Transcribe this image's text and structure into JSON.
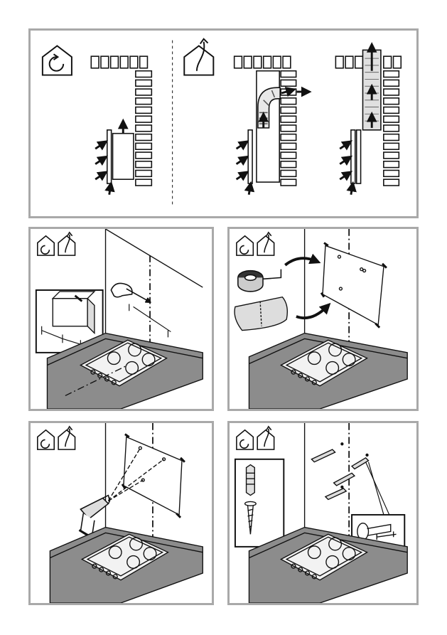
{
  "document": {
    "type": "cooker hood installation illustrations",
    "panels": [
      {
        "id": "mode-overview",
        "modes": [
          "recirculation",
          "extraction"
        ]
      },
      {
        "id": "marking-position"
      },
      {
        "id": "template-application"
      },
      {
        "id": "drilling-holes"
      },
      {
        "id": "fixing-screws"
      }
    ]
  },
  "icons": {
    "recirculation": "recirculation-mode-icon",
    "extraction": "extraction-mode-icon",
    "arrow": "airflow-arrow-icon",
    "drill": "drill-icon",
    "screw": "screw-icon",
    "wall-plug": "wall-plug-icon"
  },
  "colors": {
    "frame": "#a9a9a9",
    "stroke": "#1a1a1a",
    "counter": "#8c8c8c",
    "hob": "#f2f2f2"
  }
}
